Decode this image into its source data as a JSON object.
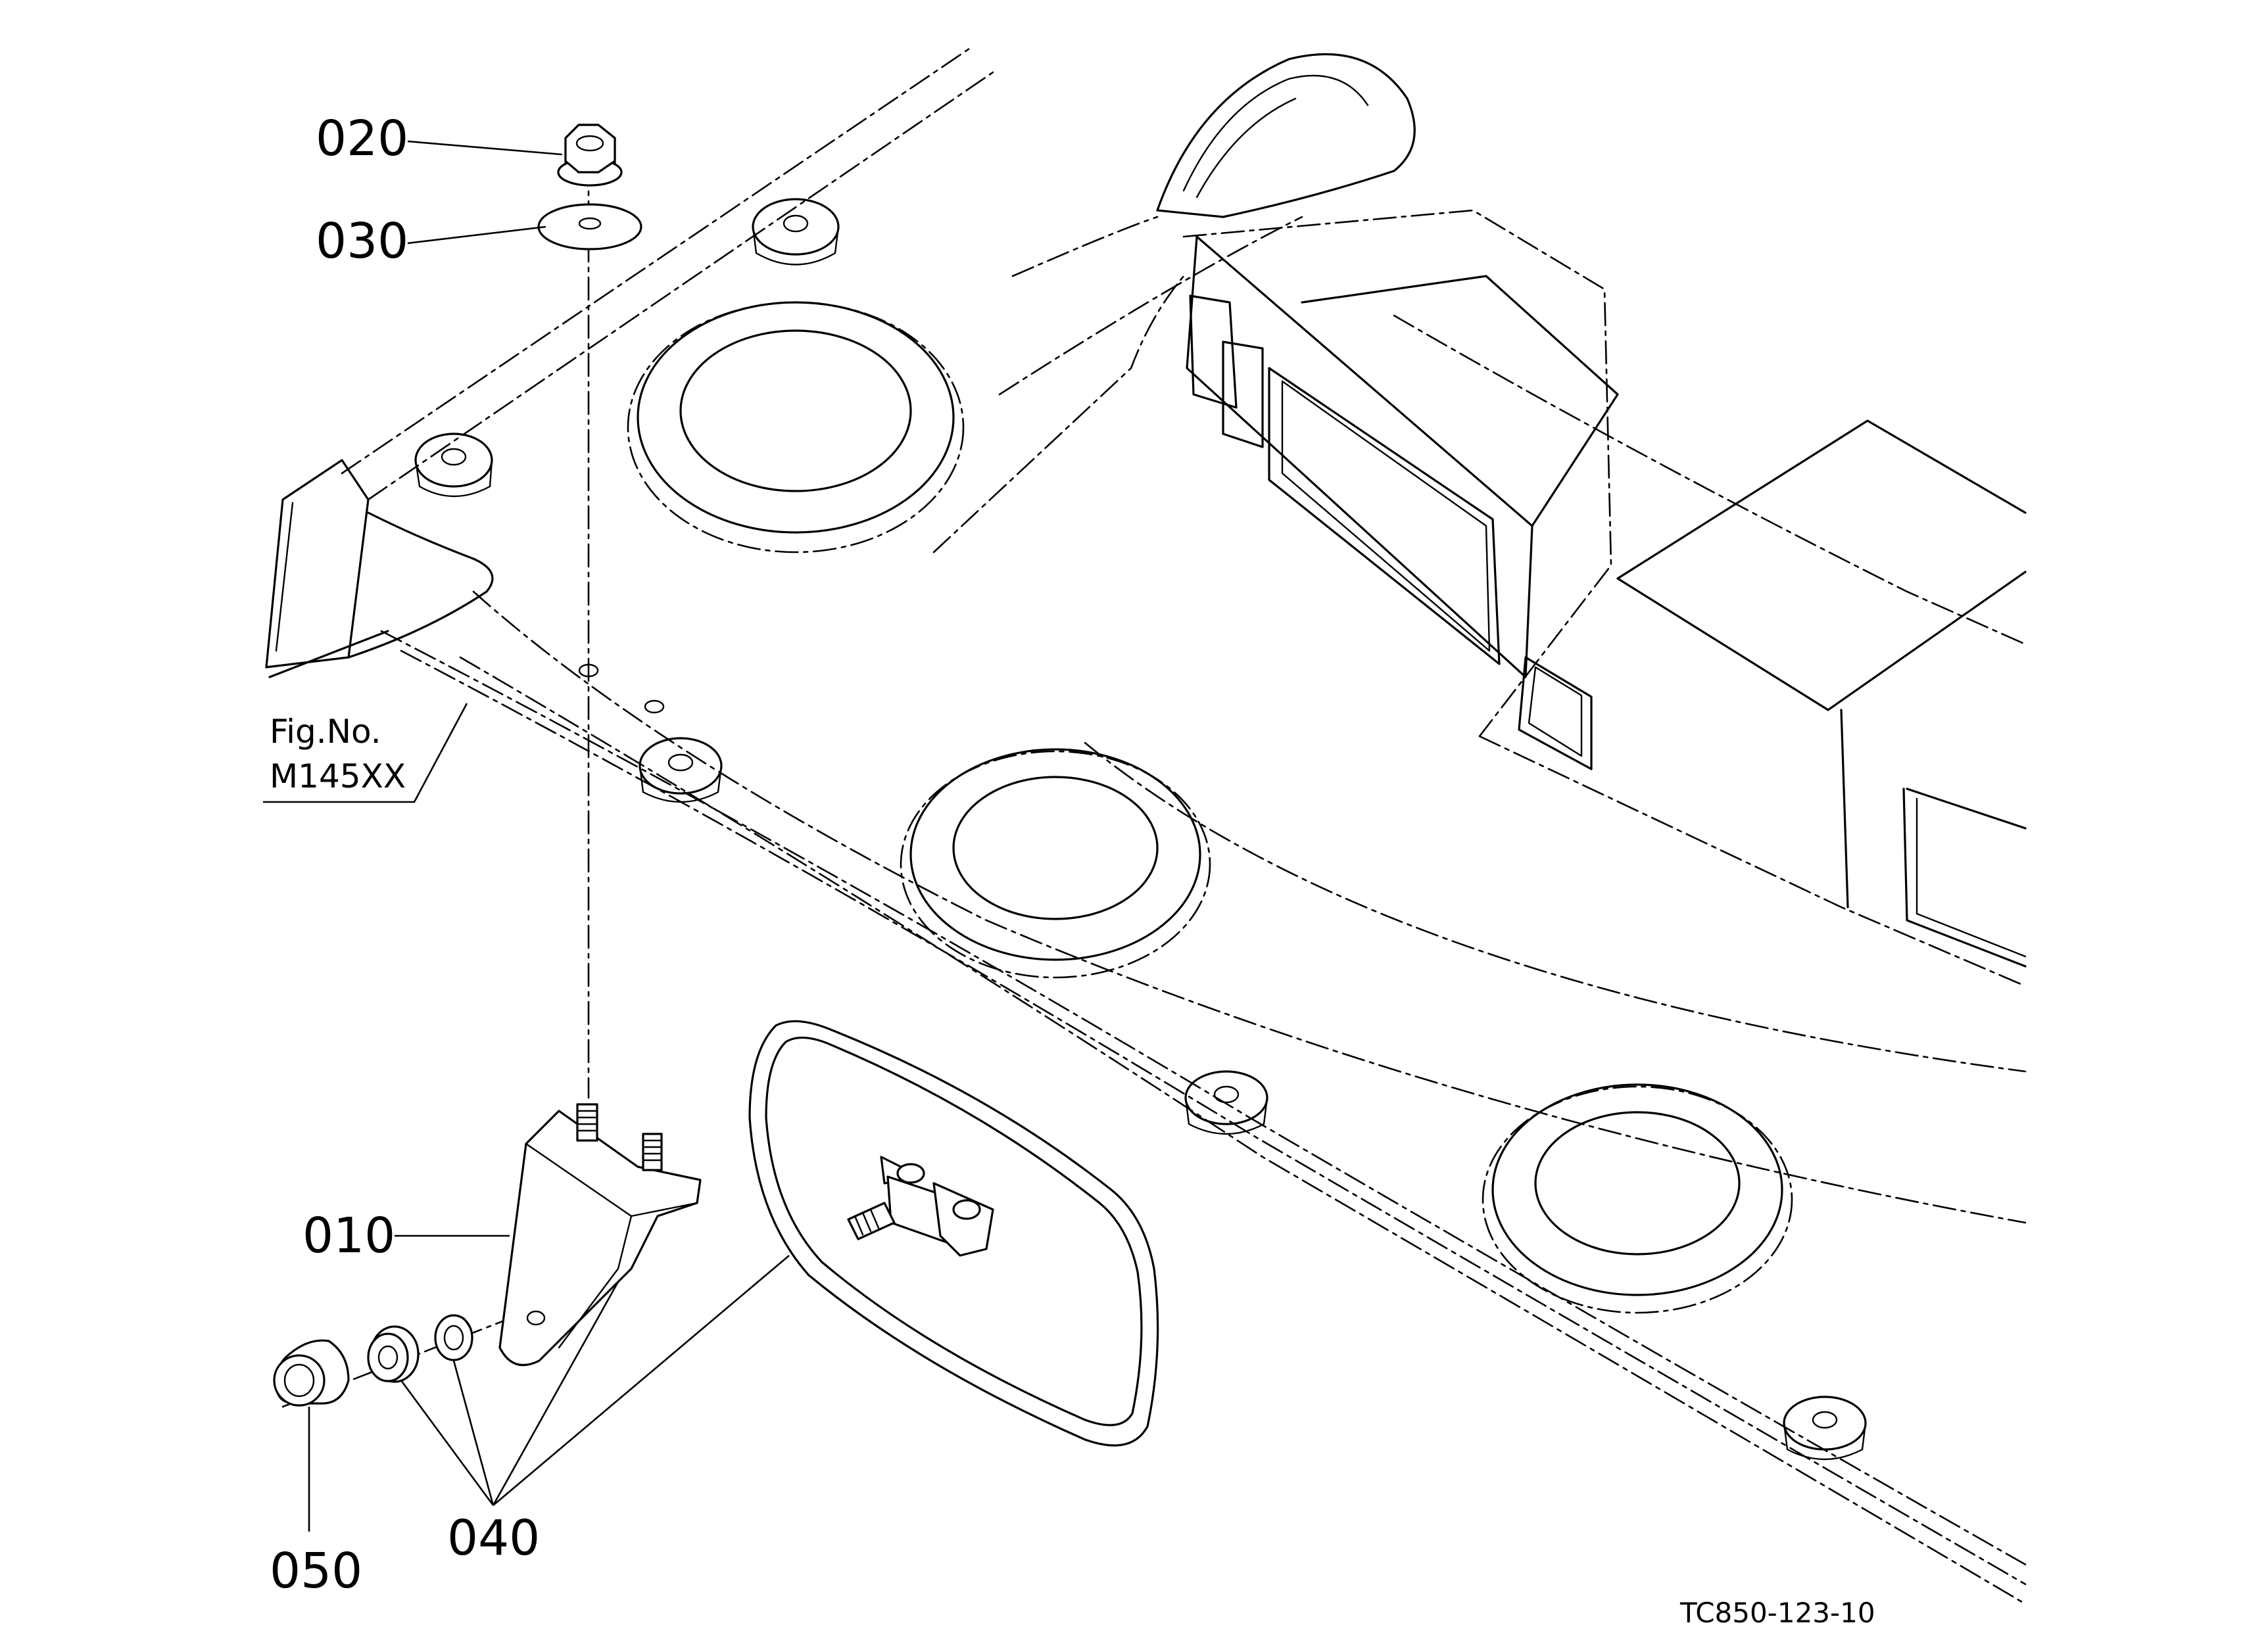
{
  "callouts": {
    "p020": "020",
    "p030": "030",
    "p010": "010",
    "p050": "050",
    "p040": "040"
  },
  "figure_ref": {
    "line1": "Fig.No.",
    "line2": "M145XX"
  },
  "drawing_code": "TC850-123-10",
  "icons": [
    "flange-nut-icon",
    "washer-icon",
    "mirror-bracket-icon",
    "rear-view-mirror-icon",
    "cap-icon",
    "nut-icon",
    "lock-washer-icon"
  ],
  "colors": {
    "ink": "#000000",
    "paper": "#ffffff"
  }
}
